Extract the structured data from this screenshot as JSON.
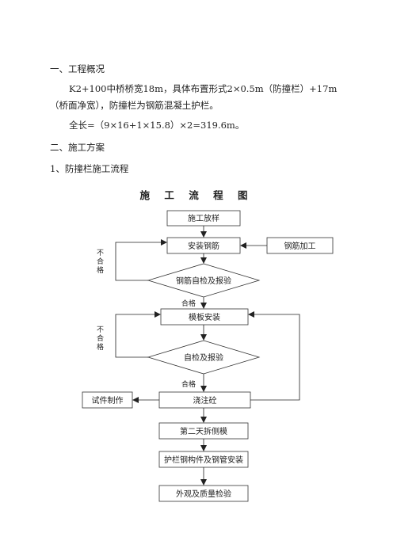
{
  "sections": {
    "s1_title": "一、工程概况",
    "s1_para1": "K2+100中桥桥宽18m，具体布置形式2×0.5m（防撞栏）+17m（桥面净宽），防撞栏为钢筋混凝土护栏。",
    "s1_para2": "全长=（9×16+1×15.8）×2=319.6m。",
    "s2_title": "二、施工方案",
    "s2_sub": "1、防撞栏施工流程"
  },
  "flowchart": {
    "title": "施 工 流 程 图",
    "steps": {
      "stakeout": "施工放样",
      "install_rebar": "安装钢筋",
      "rebar_processing": "钢筋加工",
      "rebar_check": "钢筋自检及报验",
      "formwork": "模板安装",
      "self_check": "自检及报验",
      "pour": "浇注砼",
      "specimen": "试件制作",
      "strip": "第二天拆侧模",
      "rail_install": "护栏钢构件及钢管安装",
      "inspection": "外观及质量检验"
    },
    "labels": {
      "pass_1": "合格",
      "pass_2": "合格",
      "fail_1": [
        "不",
        "合",
        "格"
      ],
      "fail_2": [
        "不",
        "合",
        "格"
      ]
    }
  }
}
